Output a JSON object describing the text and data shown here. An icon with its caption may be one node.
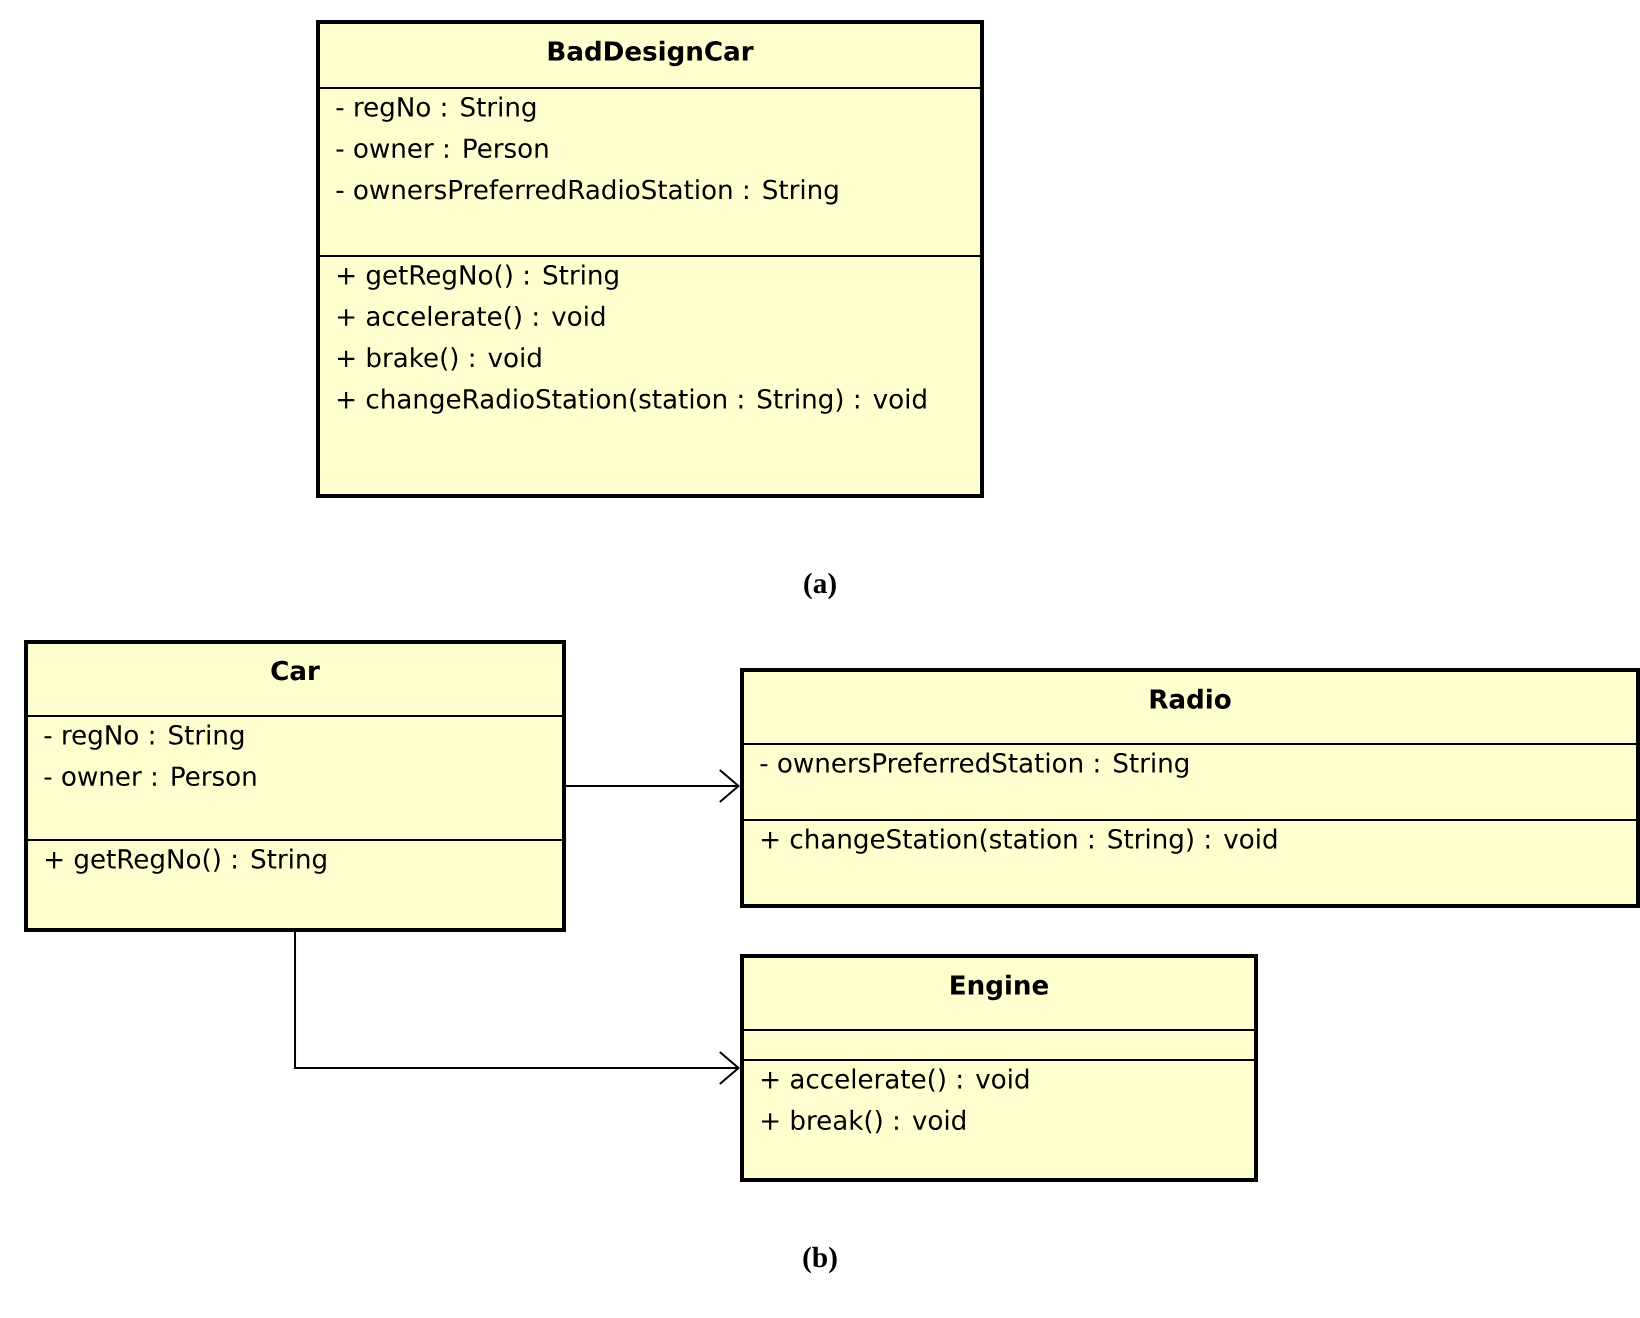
{
  "diagram": {
    "nodes": [
      {
        "text": [
          "BadDesignCar"
        ]
      },
      {
        "text": [
          "- regNo : String",
          "- owner : Person",
          "- ownersPreferredRadioStation : String"
        ],
        "in": 0
      },
      {
        "text": [
          "+ getRegNo() : String",
          "+ accelerate() : void",
          "+ brake() : void",
          "+ changeRadioStation(station : String) : void"
        ],
        "in": 0
      },
      {
        "text": [
          "Car"
        ]
      },
      {
        "text": [
          "- regNo : String",
          "- owner : Person"
        ],
        "in": 3
      },
      {
        "text": [
          "+ getRegNo() : String"
        ],
        "in": 3
      },
      {
        "text": [
          "Radio"
        ]
      },
      {
        "text": [
          "- ownersPreferredStation : String"
        ],
        "in": 6
      },
      {
        "text": [
          "+ changeStation(station : String) : void"
        ],
        "in": 6
      },
      {
        "text": [
          "Engine"
        ]
      },
      {
        "text": [],
        "shape": "box",
        "in": 9
      },
      {
        "text": [
          "+ accelerate() : void",
          "+ break() : void"
        ],
        "in": 9
      }
    ],
    "edges": [
      {
        "from": 3,
        "to": 6,
        "arrow": "to"
      },
      {
        "from": 3,
        "to": 9,
        "arrow": "to"
      }
    ],
    "labels": [
      "(a)",
      "(b)"
    ]
  }
}
